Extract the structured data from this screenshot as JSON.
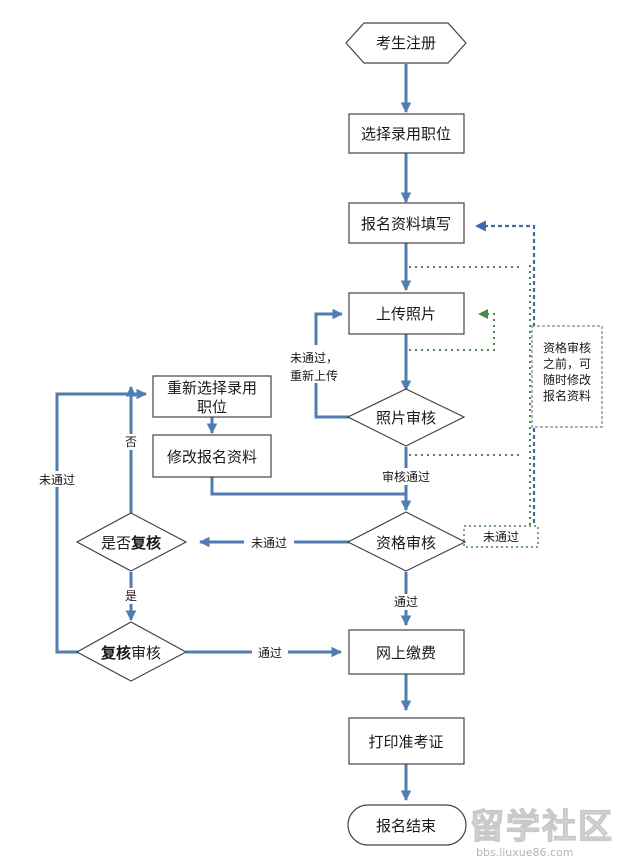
{
  "diagram": {
    "nodes": {
      "register": "考生注册",
      "select_position": "选择录用职位",
      "fill_info": "报名资料填写",
      "upload_photo": "上传照片",
      "photo_review": "照片审核",
      "reselect_position": [
        "重新选择录用",
        "职位"
      ],
      "modify_info": "修改报名资料",
      "qualification_review": "资格审核",
      "recheck_question_prefix": "是否",
      "recheck_question_bold": "复核",
      "recheck_review_bold": "复核",
      "recheck_review_suffix": "审核",
      "online_payment": "网上缴费",
      "print_admission": "打印准考证",
      "registration_end": "报名结束"
    },
    "edge_labels": {
      "photo_failed_reupload": [
        "未通过，",
        "重新上传"
      ],
      "review_passed": "审核通过",
      "qualification_failed": "未通过",
      "qualification_failed_dotted": "未通过",
      "qualification_passed": "通过",
      "recheck_no": "否",
      "recheck_yes": "是",
      "recheck_failed": "未通过",
      "recheck_passed": "通过"
    },
    "note": [
      "资格审核",
      "之前，可",
      "随时修改",
      "报名资料"
    ]
  },
  "watermark": {
    "main": "留学社区",
    "url": "bbs.liuxue86.com"
  },
  "colors": {
    "line": "#4f7cb3",
    "dotted_blue": "#3a6aa8",
    "dotted_green": "#4a8a4a",
    "box_border": "#555555"
  }
}
